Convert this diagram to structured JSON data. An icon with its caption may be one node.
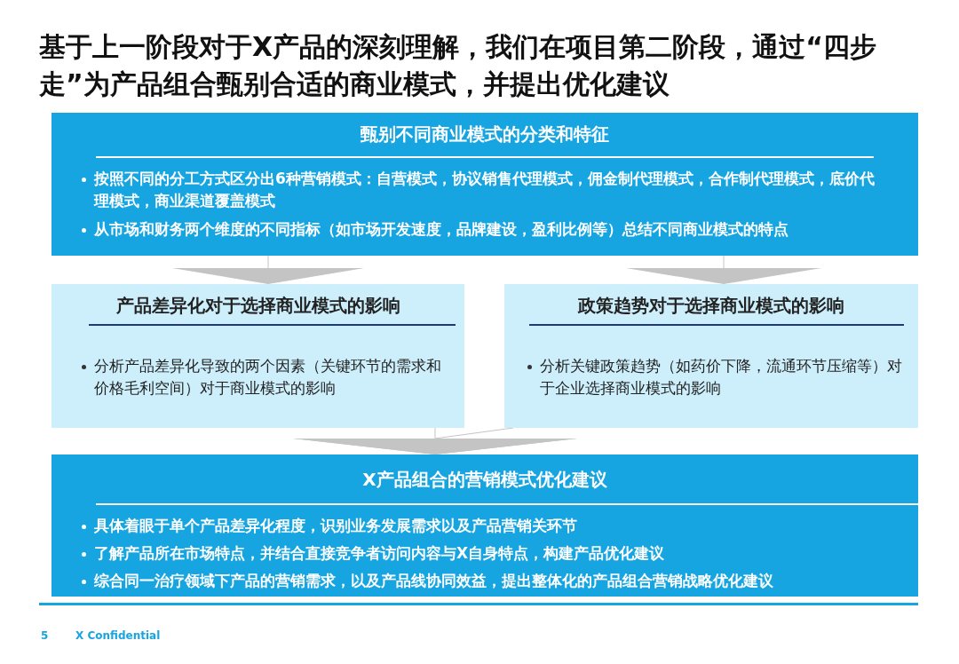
{
  "diagram": {
    "title": "基于上一阶段对于X产品的深刻理解，我们在项目第二阶段，通过“四步走”为产品组合甄别合适的商业模式，并提出优化建议",
    "nodes": [
      {
        "text": [
          "甄别不同商业模式的分类和特征",
          "按照不同的分工方式区分出6种营销模式：自营模式，协议销售代理模式，佣金制代理模式，合作制代理模式，底价代理模式，商业渠道覆盖模式",
          "从市场和财务两个维度的不同指标（如市场开发速度，品牌建设，盈利比例等）总结不同商业模式的特点"
        ]
      },
      {
        "text": [
          "产品差异化对于选择商业模式的影响",
          "分析产品差异化导致的两个因素（关键环节的需求和价格毛利空间）对于商业模式的影响"
        ]
      },
      {
        "text": [
          "政策趋势对于选择商业模式的影响",
          "分析关键政策趋势（如药价下降，流通环节压缩等）对于企业选择商业模式的影响"
        ]
      },
      {
        "text": [
          "X产品组合的营销模式优化建议",
          "具体着眼于单个产品差异化程度，识别业务发展需求以及产品营销关环节",
          "了解产品所在市场特点，并结合直接竞争者访问内容与X自身特点，构建产品优化建议",
          "综合同一治疗领域下产品的营销需求，以及产品线协同效益，提出整体化的产品组合营销战略优化建议"
        ]
      }
    ],
    "edges": [
      {
        "from": 0,
        "to": 1,
        "arrow": "to"
      },
      {
        "from": 0,
        "to": 2,
        "arrow": "to"
      },
      {
        "from": 1,
        "to": 3,
        "arrow": "to"
      },
      {
        "from": 2,
        "to": 3,
        "arrow": "to"
      }
    ],
    "labels": [
      "5",
      "X Confidential"
    ]
  }
}
